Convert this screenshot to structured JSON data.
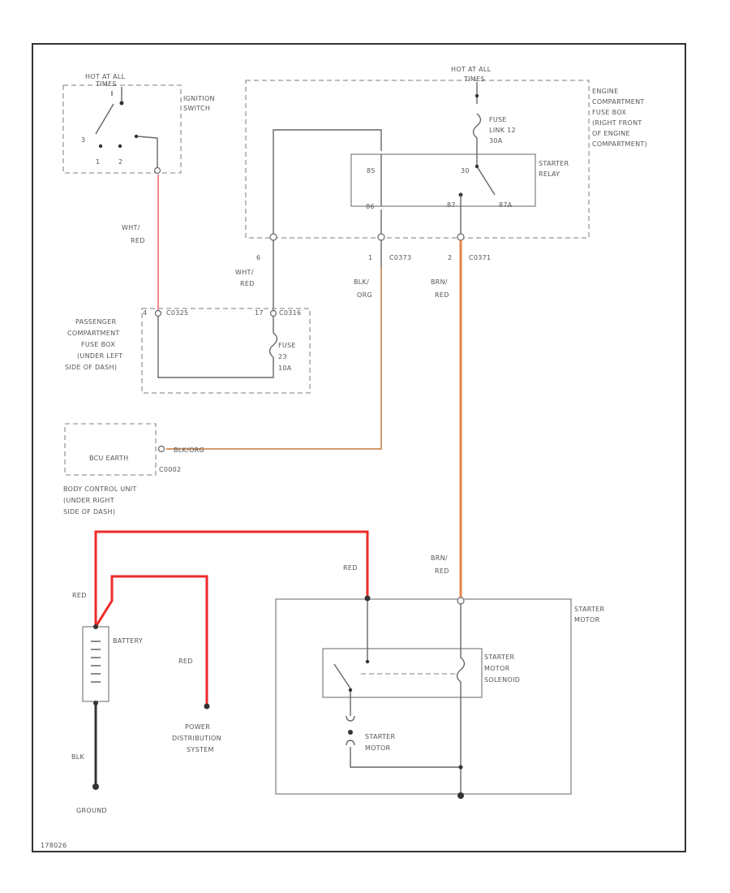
{
  "colors": {
    "wire_red": "#ee2a2a",
    "wire_pink": "#f27a7a",
    "wire_orange": "#e4824b",
    "wire_tan": "#d29a6c",
    "wire_black": "#333333"
  },
  "ignition": {
    "hot": "HOT AT ALL",
    "times": "TIMES",
    "label": [
      "IGNITION",
      "SWITCH"
    ],
    "pos1": "1",
    "pos2": "2",
    "pos3": "3"
  },
  "engine_box": {
    "hot": "HOT AT ALL",
    "times": "TIMES",
    "label": [
      "ENGINE",
      "COMPARTMENT",
      "FUSE BOX",
      "(RIGHT FRONT",
      "OF ENGINE",
      "COMPARTMENT)"
    ],
    "fuse": [
      "FUSE",
      "LINK 12",
      "30A"
    ],
    "relay": [
      "STARTER",
      "RELAY"
    ],
    "pins": {
      "p85": "85",
      "p86": "86",
      "p30": "30",
      "p87": "87",
      "p87a": "87A"
    },
    "conn_a": "C0373",
    "conn_b": "C0371",
    "pin_a": "1",
    "pin_b": "2",
    "pin_c": "6"
  },
  "passenger_box": {
    "label": [
      "PASSENGER",
      "COMPARTMENT",
      "FUSE BOX",
      "(UNDER LEFT",
      "SIDE OF DASH)"
    ],
    "conn_a": "C0325",
    "conn_b": "C0316",
    "pin_a": "4",
    "pin_b": "17",
    "fuse": [
      "FUSE",
      "23",
      "10A"
    ]
  },
  "wires": {
    "wht_red_1": [
      "WHT/",
      "RED"
    ],
    "wht_red_2": [
      "WHT/",
      "RED"
    ],
    "blk_org": [
      "BLK/",
      "ORG"
    ],
    "brn_red_1": [
      "BRN/",
      "RED"
    ],
    "brn_red_2": [
      "BRN/",
      "RED"
    ],
    "red_1": "RED",
    "red_2": "RED",
    "red_3": "RED",
    "blk": "BLK"
  },
  "bcu": {
    "inner": "BCU EARTH",
    "wire": "BLK/ORG",
    "conn": "C0002",
    "label": [
      "BODY CONTROL UNIT",
      "(UNDER RIGHT",
      "SIDE OF DASH)"
    ]
  },
  "battery": {
    "label": "BATTERY"
  },
  "power_dist": {
    "label": [
      "POWER",
      "DISTRIBUTION",
      "SYSTEM"
    ]
  },
  "ground": {
    "label": "GROUND"
  },
  "starter": {
    "motor_label": [
      "STARTER",
      "MOTOR"
    ],
    "solenoid": [
      "STARTER",
      "MOTOR",
      "SOLENOID"
    ],
    "inner_motor": [
      "STARTER",
      "MOTOR"
    ]
  },
  "footer": {
    "code": "178026"
  }
}
